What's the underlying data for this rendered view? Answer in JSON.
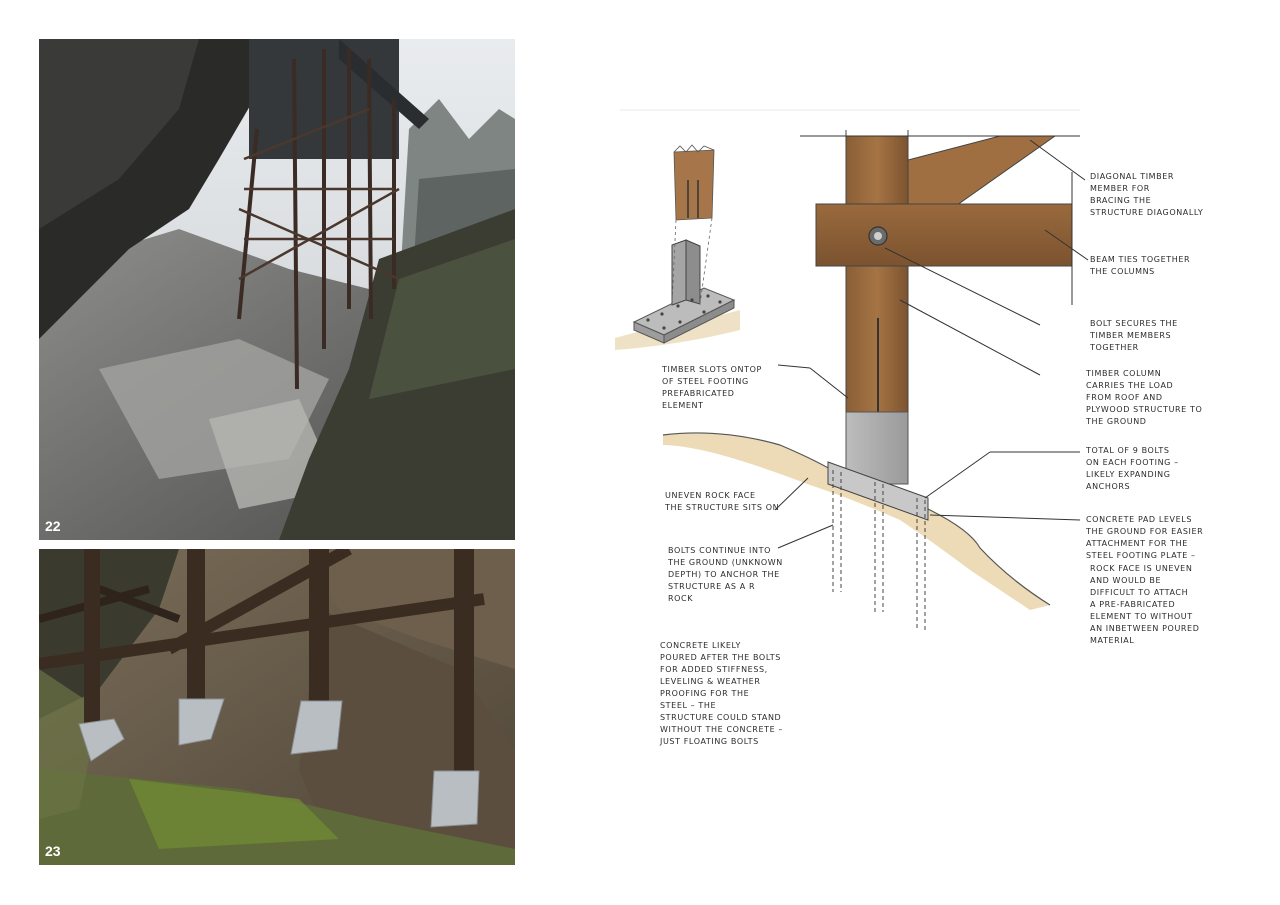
{
  "photos": [
    {
      "number": "22"
    },
    {
      "number": "23"
    }
  ],
  "annotations": {
    "diagonal": "Diagonal timber\nmember for\nbracing the\nstructure diagonally",
    "beam": "Beam ties together\nthe columns",
    "bolt": "Bolt secures the\ntimber members\ntogether",
    "column": "Timber column\ncarries the load\nfrom roof and\nplywood structure to\nthe ground",
    "bolts_total": "Total of 9 bolts\non each footing –\nlikely expanding\nanchors",
    "concrete_pad": "Concrete pad levels\nthe ground for easier\nattachment for the\nsteel footing plate –",
    "rock_face_note": "Rock face is uneven\nand would be\ndifficult to attach\na pre-fabricated\nelement to without\nan inbetween poured\nmaterial",
    "timber_slots": "Timber slots ontop\nof steel footing\nprefabricated\nelement",
    "uneven_rock": "Uneven rock face\nthe structure sits on",
    "bolts_continue": "Bolts continue into\nthe ground (unknown\ndepth) to anchor the\nstructure as a r\nrock",
    "concrete_poured": "Concrete likely\npoured after the bolts\nfor added stiffness,\nleveling & weather\nproofing for the\nsteel – the\nstructure could stand\nwithout the concrete –\njust floating bolts"
  }
}
